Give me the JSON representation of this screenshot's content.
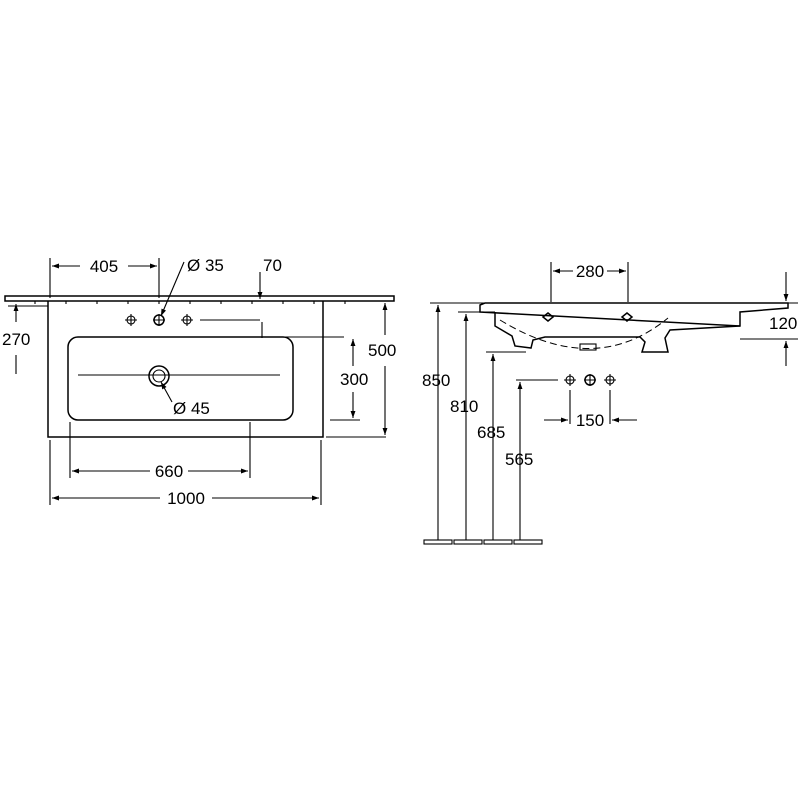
{
  "dimensions": {
    "top": {
      "faucet_offset": "405",
      "faucet_hole": "Ø 35",
      "rim": "70",
      "rear_depth": "270",
      "total_depth": "500",
      "bowl_depth": "300",
      "drain": "Ø 45",
      "bowl_width": "660",
      "total_width": "1000"
    },
    "side": {
      "hole_spacing": "280",
      "thickness": "120",
      "height_top": "850",
      "height_bottom": "810",
      "height_outlet": "685",
      "height_holes": "565",
      "pipe_spacing": "150"
    }
  },
  "colors": {
    "ink": "#000000",
    "background": "#ffffff"
  }
}
